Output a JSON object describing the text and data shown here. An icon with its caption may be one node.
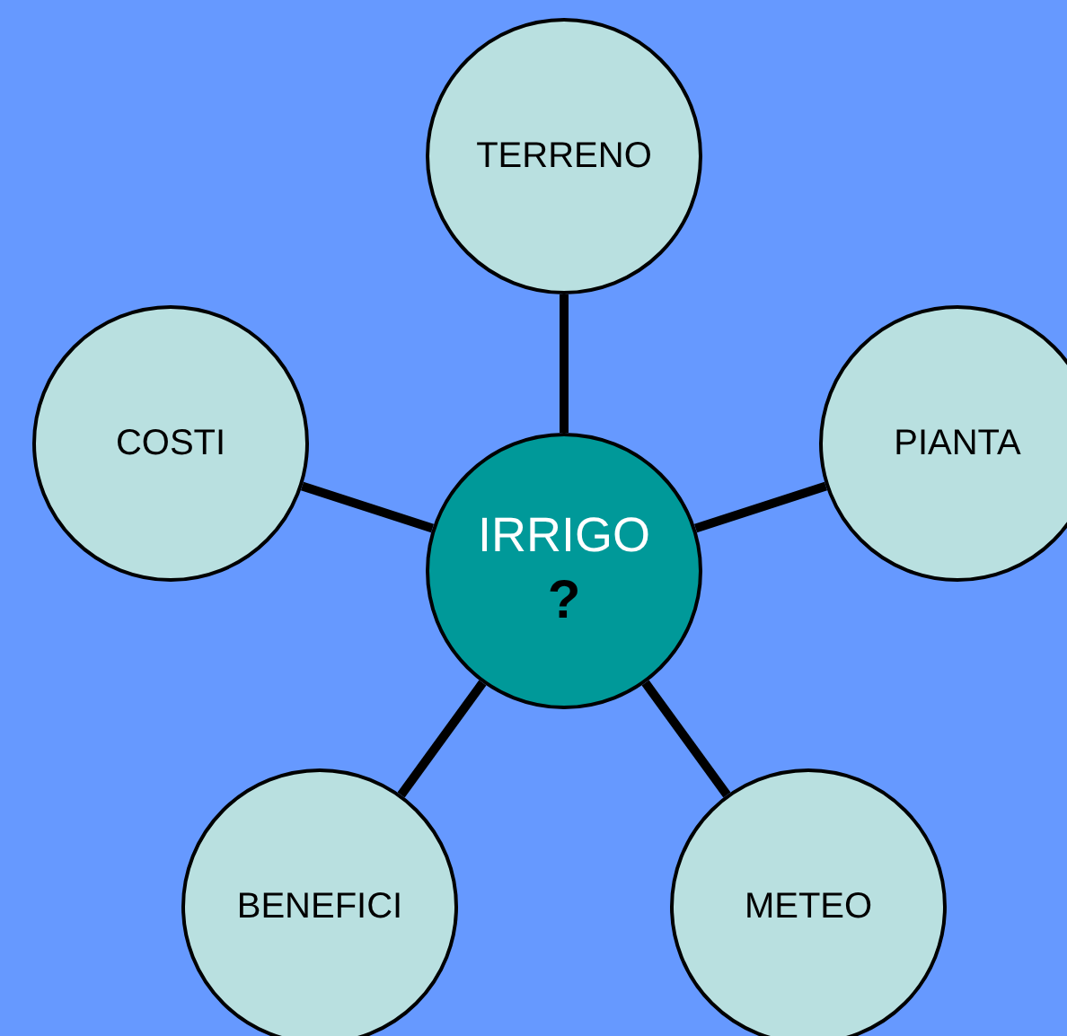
{
  "diagram": {
    "nodes": [
      {
        "text": [
          "TERRENO"
        ]
      },
      {
        "text": [
          "COSTI"
        ]
      },
      {
        "text": [
          "PIANTA"
        ]
      },
      {
        "text": [
          "IRRIGO",
          "?"
        ]
      },
      {
        "text": [
          "BENEFICI"
        ]
      },
      {
        "text": [
          "METEO"
        ]
      }
    ],
    "edges": [
      {
        "from": 3,
        "to": 0,
        "arrow": "none"
      },
      {
        "from": 3,
        "to": 2,
        "arrow": "none"
      },
      {
        "from": 3,
        "to": 5,
        "arrow": "none"
      },
      {
        "from": 3,
        "to": 4,
        "arrow": "none"
      },
      {
        "from": 3,
        "to": 1,
        "arrow": "none"
      }
    ]
  }
}
